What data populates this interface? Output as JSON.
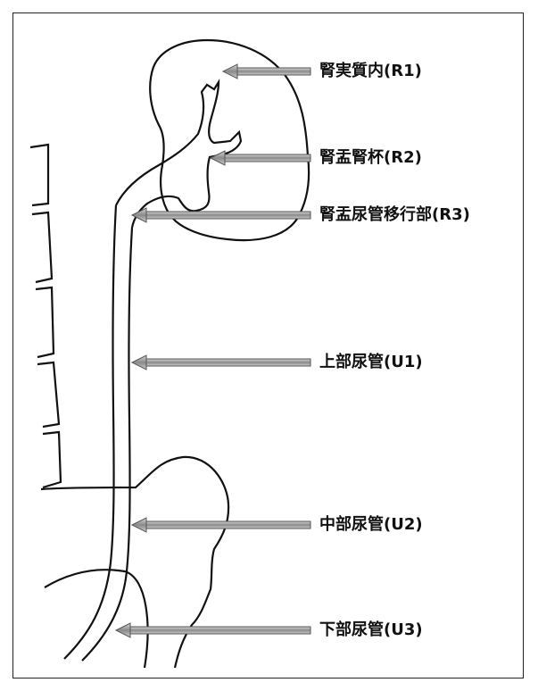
{
  "labels": {
    "r1": "腎実質内(R1)",
    "r2": "腎盂腎杯(R2)",
    "r3": "腎盂尿管移行部(R3)",
    "u1": "上部尿管(U1)",
    "u2": "中部尿管(U2)",
    "u3": "下部尿管(U3)"
  }
}
